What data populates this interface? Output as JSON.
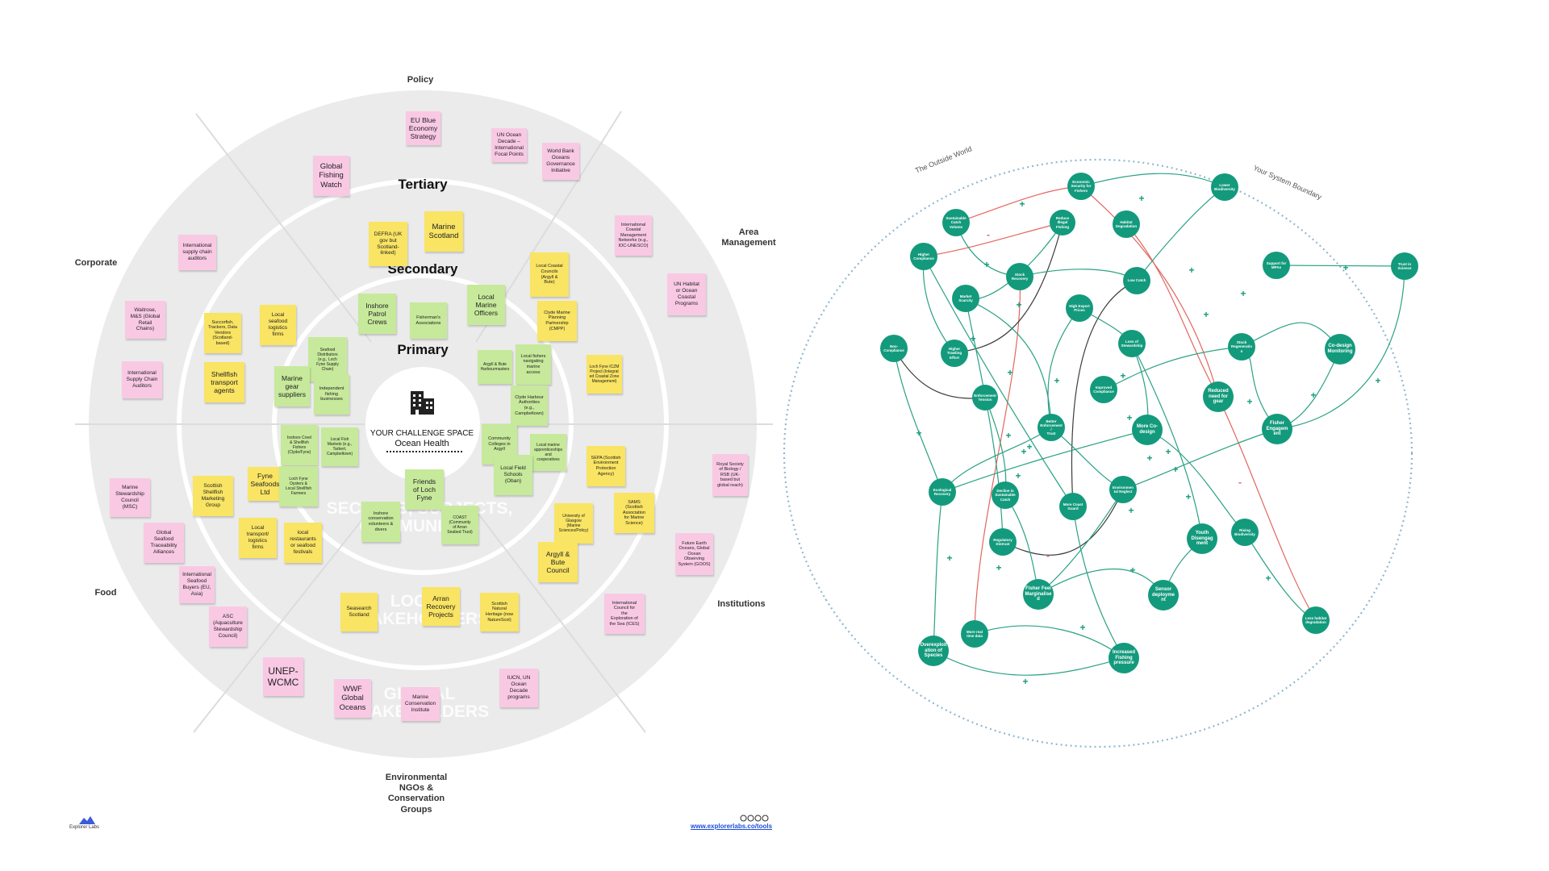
{
  "sectors": {
    "policy": "Policy",
    "area_management": "Area\nManagement",
    "institutions": "Institutions",
    "environmental_ngos": "Environmental\nNGOs &\nConservation\nGroups",
    "food": "Food",
    "corporate": "Corporate"
  },
  "rings": {
    "tertiary": "Tertiary",
    "secondary": "Secondary",
    "primary": "Primary"
  },
  "ghost_labels": {
    "sectors": "SECTORS, SUBJECTS,\nCOMMUNITIES",
    "local": "LOCAL\nSTAKEHOLDERS",
    "global": "GLOBAL\nSTAKEHOLDERS"
  },
  "center": {
    "line1": "YOUR CHALLENGE SPACE",
    "line2": "Ocean Health"
  },
  "stickies": [
    {
      "text": "EU Blue\nEconomy\nStrategy",
      "color": "pink",
      "size": "m"
    },
    {
      "text": "UN Ocean\nDecade –\nInternational\nFocal Points",
      "color": "pink",
      "size": "s"
    },
    {
      "text": "World Bank\nOceans\nGovernance\nInitiative",
      "color": "pink",
      "size": "s"
    },
    {
      "text": "Global\nFishing\nWatch",
      "color": "pink",
      "size": "l"
    },
    {
      "text": "International\nCoastal\nManagement\nNetworks (e.g.,\nIOC-UNESCO)",
      "color": "pink",
      "size": "xs"
    },
    {
      "text": "UN Habitat\nor Ocean\nCoastal\nPrograms",
      "color": "pink",
      "size": "s"
    },
    {
      "text": "International\nsupply chain\nauditors",
      "color": "pink",
      "size": "s"
    },
    {
      "text": "Waitrose,\nM&S (Global\nRetail\nChains)",
      "color": "pink",
      "size": "s"
    },
    {
      "text": "International\nSupply Chain\nAuditors",
      "color": "pink",
      "size": "s"
    },
    {
      "text": "Royal Society\nof Biology /\nRSB (UK-\nbased but\nglobal reach)",
      "color": "pink",
      "size": "xs"
    },
    {
      "text": "Future Earth\nOceans, Global\nOcean\nObserving\nSystem (GOOS)",
      "color": "pink",
      "size": "xs"
    },
    {
      "text": "International\nCouncil for\nthe\nExploration of\nthe Sea (ICES)",
      "color": "pink",
      "size": "xs"
    },
    {
      "text": "Marine\nStewardship\nCouncil\n(MSC)",
      "color": "pink",
      "size": "s"
    },
    {
      "text": "Global\nSeafood\nTraceability\nAlliances",
      "color": "pink",
      "size": "s"
    },
    {
      "text": "International\nSeafood\nBuyers (EU,\nAsia)",
      "color": "pink",
      "size": "s"
    },
    {
      "text": "ASC\n(Aquaculture\nStewardship\nCouncil)",
      "color": "pink",
      "size": "s"
    },
    {
      "text": "UNEP-\nWCMC",
      "color": "pink",
      "size": "xl"
    },
    {
      "text": "WWF\nGlobal\nOceans",
      "color": "pink",
      "size": "l"
    },
    {
      "text": "Marine\nConservation\nInstitute",
      "color": "pink",
      "size": "s"
    },
    {
      "text": "IUCN, UN\nOcean\nDecade\nprograms",
      "color": "pink",
      "size": "s"
    },
    {
      "text": "DEFRA (UK\ngov but\nScotland-\nlinked)",
      "color": "yellow",
      "size": "s"
    },
    {
      "text": "Marine\nScotland",
      "color": "yellow",
      "size": "l"
    },
    {
      "text": "Local Coastal\nCouncils\n(Argyll &\nBute)",
      "color": "yellow",
      "size": "xs"
    },
    {
      "text": "Clyde Marine\nPlanning\nPartnership\n(CMPP)",
      "color": "yellow",
      "size": "xs"
    },
    {
      "text": "Loch Fyne ICZM\nProject (Integrat\ned Coastal Zone\nManagement)",
      "color": "yellow",
      "size": "xxs"
    },
    {
      "text": "Succorfish,\nTrackers, Data\nVendors\n(Scotland-\nbased)",
      "color": "yellow",
      "size": "xs"
    },
    {
      "text": "Local\nseafood\nlogistics\nfirms",
      "color": "yellow",
      "size": "s"
    },
    {
      "text": "Shellfish\ntransport\nagents",
      "color": "yellow",
      "size": "m"
    },
    {
      "text": "Scottish\nShellfish\nMarketing\nGroup",
      "color": "yellow",
      "size": "s"
    },
    {
      "text": "Fyne\nSeafoods\nLtd",
      "color": "yellow",
      "size": "m"
    },
    {
      "text": "Local\ntransport/\nlogistics\nfirms",
      "color": "yellow",
      "size": "s"
    },
    {
      "text": "local\nrestaurants\nor seafood\nfestivals",
      "color": "yellow",
      "size": "s"
    },
    {
      "text": "SEPA (Scottish\nEnvironment\nProtection\nAgency)",
      "color": "yellow",
      "size": "xs"
    },
    {
      "text": "SAMS\n(Scottish\nAssociation\nfor Marine\nScience)",
      "color": "yellow",
      "size": "xs"
    },
    {
      "text": "University of\nGlasgow\n(Marine\nSciences/Policy)",
      "color": "yellow",
      "size": "xxs"
    },
    {
      "text": "Argyll &\nBute\nCouncil",
      "color": "yellow",
      "size": "m"
    },
    {
      "text": "Seasearch\nScotland",
      "color": "yellow",
      "size": "s"
    },
    {
      "text": "Arran\nRecovery\nProjects",
      "color": "yellow",
      "size": "m"
    },
    {
      "text": "Scottish\nNatural\nHeritage (now\nNatureScot)",
      "color": "yellow",
      "size": "xs"
    },
    {
      "text": "Inshore\nPatrol\nCrews",
      "color": "green",
      "size": "m"
    },
    {
      "text": "Fisherman's\nAssociations",
      "color": "green",
      "size": "xs"
    },
    {
      "text": "Local\nMarine\nOfficers",
      "color": "green",
      "size": "m"
    },
    {
      "text": "Seafood\nDistributors\n(e.g., Loch\nFyne Supply\nChain)",
      "color": "green",
      "size": "xxs"
    },
    {
      "text": "Marine\ngear\nsuppliers",
      "color": "green",
      "size": "m"
    },
    {
      "text": "Independent\nfishing\nbusinesses",
      "color": "green",
      "size": "xs"
    },
    {
      "text": "Argyll & Bute\nHarbourmasters",
      "color": "green",
      "size": "xxs"
    },
    {
      "text": "Local fishers\nnavigating\nmarine\naccess",
      "color": "green",
      "size": "xs"
    },
    {
      "text": "Clyde Harbour\nAuthorities\n(e.g.,\nCampbeltown)",
      "color": "green",
      "size": "xs"
    },
    {
      "text": "Inshore Creel\n& Shellfish\nFishers\n(Clyde/Fyne)",
      "color": "green",
      "size": "xxs"
    },
    {
      "text": "Local Fish\nMarkets (e.g.,\nTarbert,\nCampbeltown)",
      "color": "green",
      "size": "xxs"
    },
    {
      "text": "Community\nColleges in\nArgyll",
      "color": "green",
      "size": "xs"
    },
    {
      "text": "Local marine\napprenticeships\nand\ncooperatives",
      "color": "green",
      "size": "xxs"
    },
    {
      "text": "Local Field\nSchools\n(Oban)",
      "color": "green",
      "size": "s"
    },
    {
      "text": "Loch Fyne\nOysters &\nLocal Shellfish\nFarmers",
      "color": "green",
      "size": "xxs"
    },
    {
      "text": "Friends\nof Loch\nFyne",
      "color": "green",
      "size": "m"
    },
    {
      "text": "Inshore\nconservation\nvolunteers &\ndivers",
      "color": "green",
      "size": "xs"
    },
    {
      "text": "COAST\n(Community\nof Arran\nSeabed Trust)",
      "color": "green",
      "size": "xxs"
    }
  ],
  "system_map": {
    "outside_label": "The Outside World",
    "boundary_label": "Your System Boundary",
    "nodes": [
      "Economic\nSecurity for\nFishers",
      "Lower\nBiodiversity",
      "Sustainable\nCatch\nVolume",
      "Reduce\nIllegal\nFishing",
      "Habitat\nDegradation",
      "Higher\nCompliance",
      "Stock\nRecovery",
      "Low Catch",
      "Support for\nMPAs",
      "Trust in\nScience",
      "Market\nScarcity",
      "High Export\nPrices",
      "Non-\nCompliance",
      "Higher\nTrawling\nEffort",
      "Loss of\nStewardship",
      "Stock\nRegeneratio\nn",
      "Co-design\nMonitoring",
      "Improved\nCompliance",
      "Enforcement\nTension",
      "Reduced\nneed for\ngear",
      "Better\nEnforcement /\nTrust",
      "More Co-\ndesign",
      "Fisher\nEngagem\nent",
      "Ecological\nRecovery",
      "Decline in\nSustainable\nCatch",
      "More Coast\nGuard",
      "Environmen\ntal Neglect",
      "Regulatory\nDistrust",
      "Youth\nDisengag\nment",
      "Rising\nBiodiversity",
      "Fisher Feel\nMarginalise\nd",
      "Sensor\ndeployme\nnt",
      "Less habitat\ndegradation",
      "More real\ntime data",
      "Overexploit\nation of\nSpecies",
      "Increased\nFishing\npressure"
    ]
  },
  "footer": {
    "logo_text": "Explorer Labs",
    "license_text": "cc by nc sa",
    "url": "www.explorerlabs.co/tools"
  }
}
